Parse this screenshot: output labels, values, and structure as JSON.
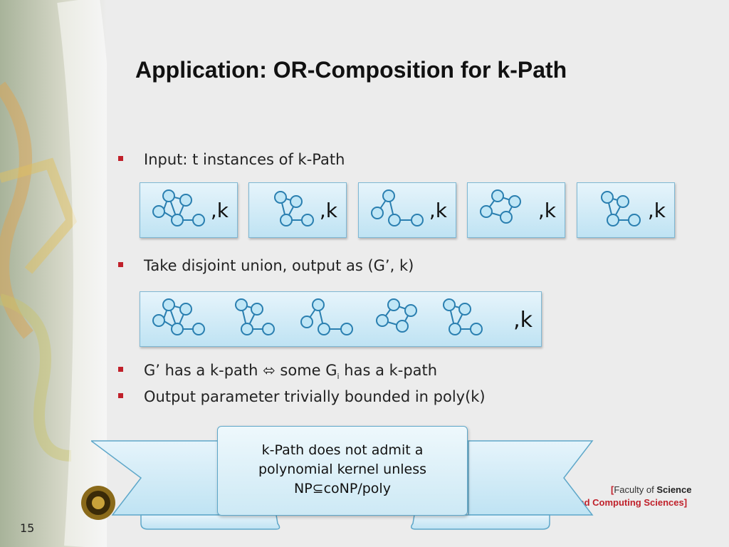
{
  "title": "Application: OR-Composition for k-Path",
  "bullets": [
    {
      "text": "Input: t instances of k-Path"
    },
    {
      "text": "Take disjoint union, output as (G’, k)"
    },
    {
      "pre": "G’ has a k-path ",
      "arrow": "⬄",
      "mid": " some G",
      "sub": "i",
      "post": " has a k-path"
    },
    {
      "text": "Output parameter trivially bounded in poly(k)"
    }
  ],
  "instance_suffix": ",k",
  "union_suffix": ",k",
  "note": {
    "line1": "k-Path does not admit a",
    "line2": "polynomial kernel unless",
    "line3": "NP⊆coNP/poly"
  },
  "footer": {
    "bracket_open": "[",
    "faculty_pre": "Faculty of ",
    "faculty_bold": "Science",
    "dept": "tion and Computing Sciences",
    "bracket_close": "]",
    "page_number": "15"
  },
  "colors": {
    "accent": "#c0202a",
    "box_fill": "#cfeaf6",
    "box_border": "#7fb8d4",
    "node_fill": "#bfe6f6",
    "node_stroke": "#2a7fb0"
  }
}
